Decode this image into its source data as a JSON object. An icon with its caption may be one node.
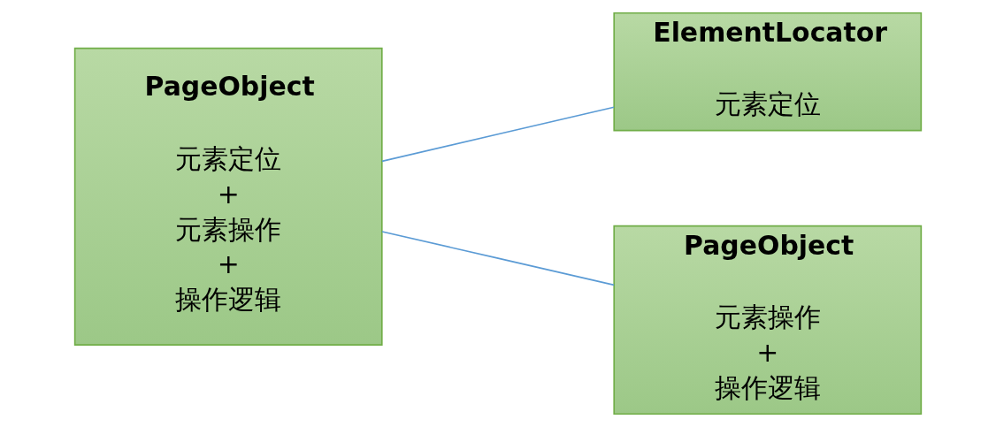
{
  "diagram": {
    "nodes": [
      {
        "text": [
          "PageObject",
          "元素定位",
          "+",
          "元素操作",
          "+",
          "操作逻辑"
        ]
      },
      {
        "text": [
          "ElementLocator",
          "元素定位"
        ]
      },
      {
        "text": [
          "PageObject",
          "元素操作",
          "+",
          "操作逻辑"
        ]
      }
    ],
    "edges": [
      {
        "from": 0,
        "to": 1,
        "arrow": "none"
      },
      {
        "from": 0,
        "to": 2,
        "arrow": "none"
      }
    ]
  }
}
